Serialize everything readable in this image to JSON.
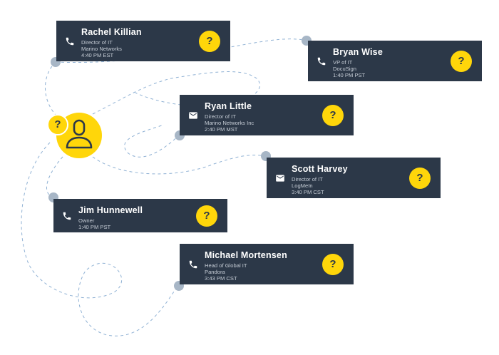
{
  "brand": {
    "accent": "#ffd60a",
    "card_bg": "#2c3848",
    "node": "#a7b6c6"
  },
  "center": {
    "badge": "?",
    "icon": "person-icon"
  },
  "contacts": [
    {
      "name": "Rachel Killian",
      "title": "Director of IT",
      "company": "Marino Networks",
      "time": "4:40 PM EST",
      "contact_icon": "phone-icon",
      "badge": "?"
    },
    {
      "name": "Bryan Wise",
      "title": "VP of IT",
      "company": "DocuSign",
      "time": "1:40 PM PST",
      "contact_icon": "phone-icon",
      "badge": "?"
    },
    {
      "name": "Ryan Little",
      "title": "Director of IT",
      "company": "Marino Networks Inc",
      "time": "2:40 PM MST",
      "contact_icon": "mail-icon",
      "badge": "?"
    },
    {
      "name": "Scott Harvey",
      "title": "Director of IT",
      "company": "LogMeIn",
      "time": "3:40 PM CST",
      "contact_icon": "mail-icon",
      "badge": "?"
    },
    {
      "name": "Jim Hunnewell",
      "title": "Owner",
      "company": "",
      "time": "1:40 PM PST",
      "contact_icon": "phone-icon",
      "badge": "?"
    },
    {
      "name": "Michael Mortensen",
      "title": "Head of Global IT",
      "company": "Pandora",
      "time": "3:43 PM CST",
      "contact_icon": "phone-icon",
      "badge": "?"
    }
  ]
}
